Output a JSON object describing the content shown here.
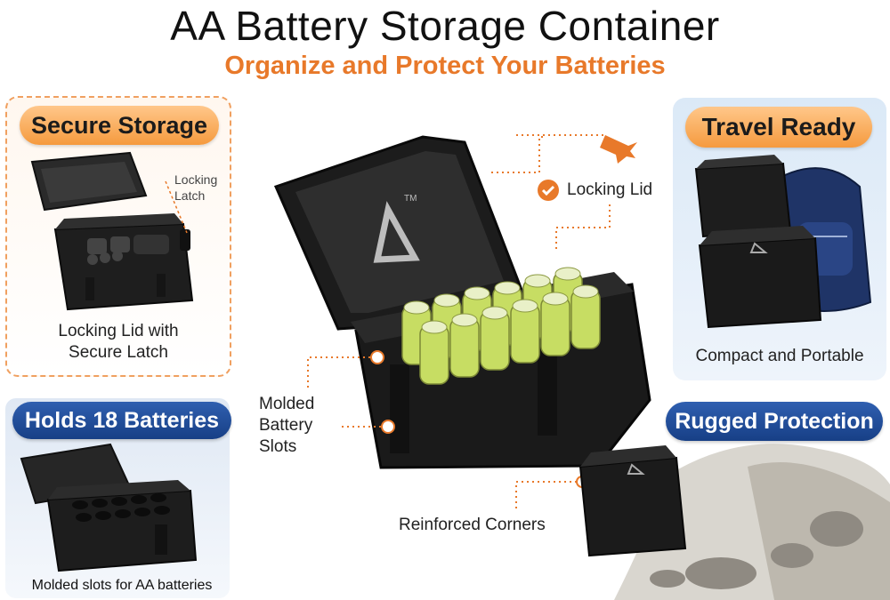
{
  "header": {
    "title": "AA Battery Storage Container",
    "subtitle": "Organize and Protect Your Batteries"
  },
  "secure": {
    "badge": "Secure Storage",
    "latch_line1": "Locking",
    "latch_line2": "Latch",
    "caption_line1": "Locking Lid with",
    "caption_line2": "Secure Latch"
  },
  "center": {
    "locking_lid": "Locking Lid",
    "molded_line1": "Molded",
    "molded_line2": "Battery",
    "molded_line3": "Slots",
    "reinforced": "Reinforced Corners",
    "logo_mark": "TM"
  },
  "travel": {
    "badge": "Travel Ready",
    "caption": "Compact and Portable"
  },
  "holds": {
    "badge": "Holds 18 Batteries",
    "caption": "Molded slots for AA batteries"
  },
  "rugged": {
    "badge": "Rugged Protection"
  },
  "colors": {
    "accent_orange": "#e8792a",
    "badge_blue": "#1d4a94",
    "battery_green": "#c7dd63",
    "case_black": "#1b1b1b"
  },
  "icons": [
    "airplane-icon",
    "check-circle-icon"
  ]
}
